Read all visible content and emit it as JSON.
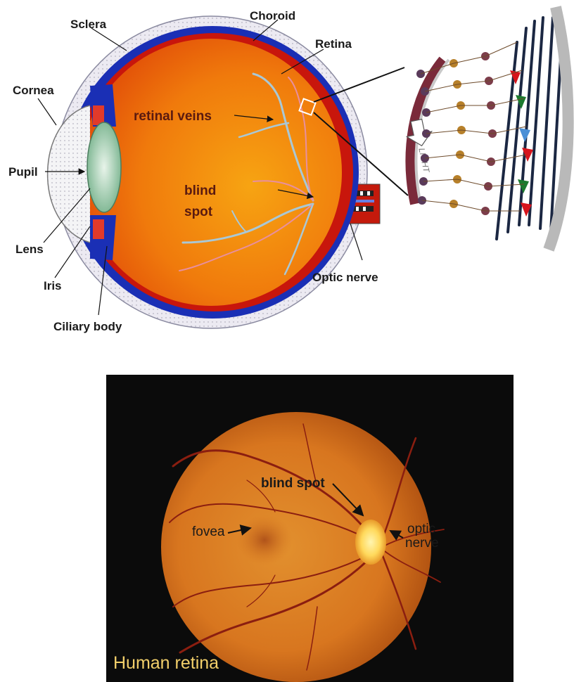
{
  "eye_diagram": {
    "labels": {
      "sclera": "Sclera",
      "choroid": "Choroid",
      "retina": "Retina",
      "cornea": "Cornea",
      "pupil": "Pupil",
      "lens": "Lens",
      "iris": "Iris",
      "ciliary_body": "Ciliary body",
      "optic_nerve": "Optic nerve",
      "retinal_veins": "retinal veins",
      "blind_spot_line1": "blind",
      "blind_spot_line2": "spot"
    },
    "colors": {
      "sclera": "#eceaf2",
      "choroid": "#1a2fb5",
      "retina": "#c8160c",
      "vitreous": "#f0750c",
      "lens": "#9fd0b0",
      "veins": "#a9c8d6",
      "arteries": "#e88fa0"
    }
  },
  "retina_detail": {
    "arrow_text": "LIGHT",
    "icon": "light-arrow-icon"
  },
  "fundus_photo": {
    "caption": "Human retina",
    "labels": {
      "blind_spot": "blind spot",
      "fovea": "fovea",
      "optic_nerve_line1": "optic",
      "optic_nerve_line2": "nerve"
    },
    "colors": {
      "background": "#0b0b0b",
      "fundus": "#d8761f",
      "vessels": "#8b1e10",
      "optic_disc": "#ffe57a",
      "caption": "#f2cf6a"
    }
  }
}
